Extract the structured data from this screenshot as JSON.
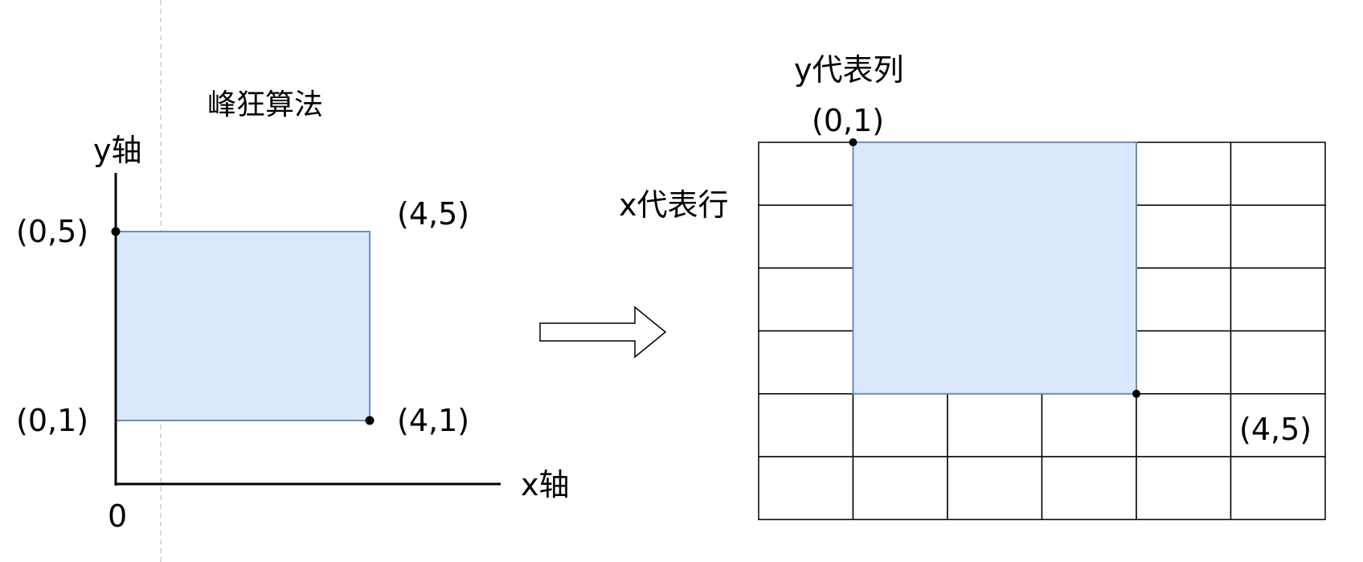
{
  "left_plot": {
    "title": "峰狂算法",
    "y_axis_label": "y轴",
    "x_axis_label": "x轴",
    "origin_label": "0",
    "corner_top_left": "(0,5)",
    "corner_bottom_left": "(0,1)",
    "corner_top_right": "(4,5)",
    "corner_bottom_right": "(4,1)"
  },
  "right_grid": {
    "column_label": "y代表列",
    "row_label": "x代表行",
    "start_label": "(0,1)",
    "end_label": "(4,5)",
    "rows": 6,
    "cols": 6,
    "highlight": {
      "row_start": 0,
      "row_end": 3,
      "col_start": 1,
      "col_end": 4
    }
  },
  "colors": {
    "highlight_fill": "#dae8fc",
    "highlight_stroke": "#6c8ebf",
    "line": "#000000",
    "guide": "#cccccc"
  }
}
